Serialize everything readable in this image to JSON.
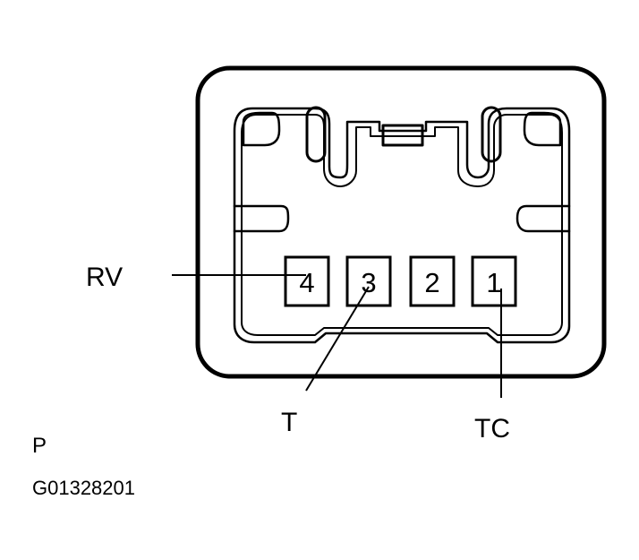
{
  "connector": {
    "pins": [
      {
        "number": "4"
      },
      {
        "number": "3"
      },
      {
        "number": "2"
      },
      {
        "number": "1"
      }
    ]
  },
  "callouts": {
    "rv": "RV",
    "t": "T",
    "tc": "TC"
  },
  "footer": {
    "letter": "P",
    "code": "G01328201"
  }
}
